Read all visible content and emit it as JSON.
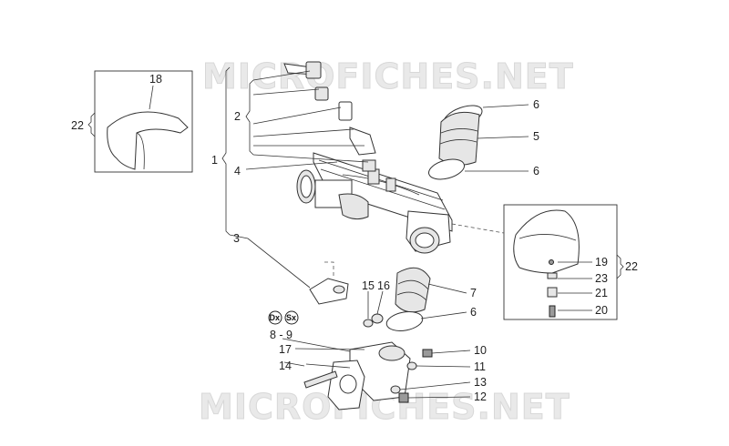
{
  "watermark": {
    "top": "MICROFICHES.NET",
    "bottom": "MICROFICHES.NET"
  },
  "callouts": {
    "c1": "1",
    "c2": "2",
    "c3": "3",
    "c4": "4",
    "c5": "5",
    "c6a": "6",
    "c6b": "6",
    "c6c": "6",
    "c7": "7",
    "c89": "8 - 9",
    "c10": "10",
    "c11": "11",
    "c12": "12",
    "c13": "13",
    "c14": "14",
    "c15": "15",
    "c16": "16",
    "c17": "17",
    "c18": "18",
    "c19": "19",
    "c20": "20",
    "c21": "21",
    "c22a": "22",
    "c22b": "22",
    "c23": "23"
  },
  "badges": {
    "dx": "Dx",
    "sx": "Sx"
  }
}
